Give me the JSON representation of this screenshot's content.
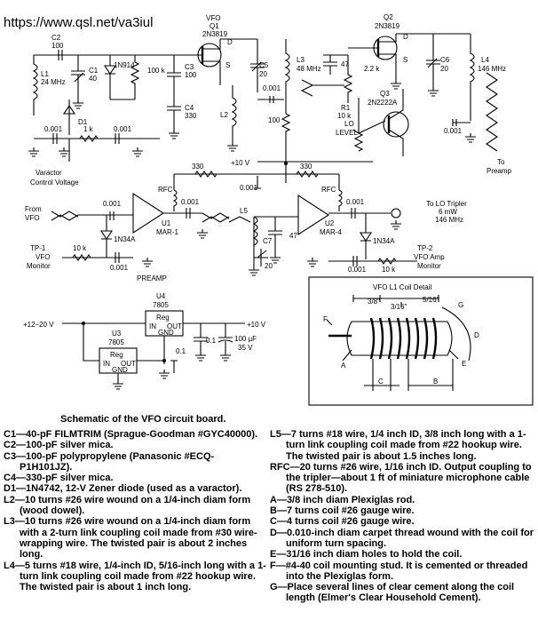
{
  "header": {
    "url": "https://www.qsl.net/va3iul"
  },
  "schematic": {
    "vfo_label": "VFO",
    "q1": [
      "Q1",
      "2N3819"
    ],
    "q2": [
      "Q2",
      "2N3819"
    ],
    "q3": [
      "Q3",
      "2N2222A"
    ],
    "c2": [
      "C2",
      "100"
    ],
    "c1": [
      "C1",
      "40"
    ],
    "d1n914": "1N914",
    "r100k": "100 k",
    "c3": [
      "C3",
      "100"
    ],
    "c4": [
      "C4",
      "330"
    ],
    "l1": [
      "L1",
      "24 MHz"
    ],
    "d1": "D1",
    "l2": "L2",
    "c5": [
      "C5",
      "20"
    ],
    "l3": [
      "L3",
      "48 MHz"
    ],
    "c001": "0.001",
    "r100": "100",
    "c47": "47",
    "r1": [
      "R1",
      "10 k",
      "LO",
      "LEVEL"
    ],
    "r22k": "2.2 k",
    "c6": [
      "C6",
      "20"
    ],
    "l4": [
      "L4",
      "146 MHz"
    ],
    "r1k": "1 k",
    "varactor": [
      "Varactor",
      "Control Voltage"
    ],
    "plus10v": "+10 V",
    "to_preamp": [
      "To",
      "Preamp"
    ],
    "r330": "330",
    "rfc": "RFC",
    "from_vfo": [
      "From",
      "VFO"
    ],
    "u1": [
      "U1",
      "MAR-1"
    ],
    "l5": "L5",
    "c7": [
      "C7",
      "20"
    ],
    "u2": [
      "U2",
      "MAR-4"
    ],
    "to_lo": [
      "To LO Tripler",
      "6 mW",
      "146 MHz"
    ],
    "d1n34a": "1N34A",
    "tp1": [
      "TP-1",
      "VFO",
      "Monitor"
    ],
    "tp2": [
      "TP-2",
      "VFO Amp",
      "Monitor"
    ],
    "r10k": "10 k",
    "preamp": "PREAMP",
    "u4": [
      "U4",
      "7805"
    ],
    "u3": [
      "U3",
      "7805"
    ],
    "reg": "Reg",
    "pin_in": "IN",
    "pin_out": "OUT",
    "pin_gnd": "GND",
    "plus12_20": "+12–20 V",
    "c01": "0.1",
    "c100uf": [
      "100 µF",
      "35 V"
    ],
    "coil_title": "VFO L1 Coil Detail",
    "coil_dims": [
      "3/8\"",
      "3/16\"",
      "5/16\""
    ],
    "coil_letters": [
      "A",
      "B",
      "C",
      "D",
      "E",
      "F",
      "G"
    ],
    "pin_d": "D",
    "pin_s": "S"
  },
  "caption": "Schematic of the VFO circuit board.",
  "parts_left": [
    "C1—40-pF FILMTRIM (Sprague-Goodman #GYC40000).",
    "C2—100-pF silver mica.",
    "C3—100-pF polypropylene (Panasonic #ECQ-P1H101JZ).",
    "C4—330-pF silver mica.",
    "D1—1N4742, 12-V Zener diode (used as a varactor).",
    "L2—10 turns #26 wire wound on a 1/4-inch diam form (wood dowel).",
    "L3—10 turns #26 wire wound on a 1/4-inch diam form with a 2-turn link coupling coil made from #30 wire-wrapping wire. The twisted pair is about 2 inches long.",
    "L4—5 turns #18 wire, 1/4-inch ID, 5/16-inch long with a 1-turn link coupling coil made from #22 hookup wire. The twisted pair is about 1 inch long."
  ],
  "parts_right": [
    "L5—7 turns #18 wire, 1/4 inch ID, 3/8 inch long with a 1-turn link coupling coil made from #22 hookup wire. The twisted pair is about 1.5 inches long.",
    "RFC—20 turns #26 wire, 1/16 inch ID. Output coupling to the tripler—about 1 ft of miniature microphone cable (RS 278-510).",
    "A—3/8 inch diam Plexiglas rod.",
    "B—7 turns coil #26 gauge wire.",
    "C—4 turns coil #26 gauge wire.",
    "D—0.010-inch diam carpet thread wound with the coil for uniform turn spacing.",
    "E—31/16 inch diam holes to hold the coil.",
    "F—#4-40 coil mounting stud. It is cemented or threaded into the Plexiglas form.",
    "G—Place several lines of clear cement along the coil length (Elmer's Clear Household Cement)."
  ]
}
